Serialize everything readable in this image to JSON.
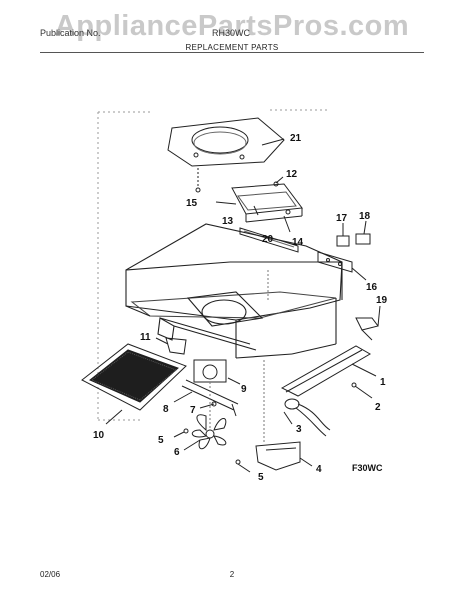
{
  "watermark": "AppliancePartsPros.com",
  "header": {
    "publication_label": "Publication No.",
    "model_label": "RH30WC",
    "section_title": "REPLACEMENT PARTS"
  },
  "diagram": {
    "model_code": "F30WC",
    "callouts": [
      "21",
      "12",
      "15",
      "13",
      "14",
      "20",
      "17",
      "18",
      "16",
      "19",
      "11",
      "9",
      "1",
      "8",
      "7",
      "2",
      "10",
      "3",
      "5",
      "6",
      "4",
      "5"
    ]
  },
  "footer": {
    "date": "02/06",
    "page_number": "2"
  }
}
